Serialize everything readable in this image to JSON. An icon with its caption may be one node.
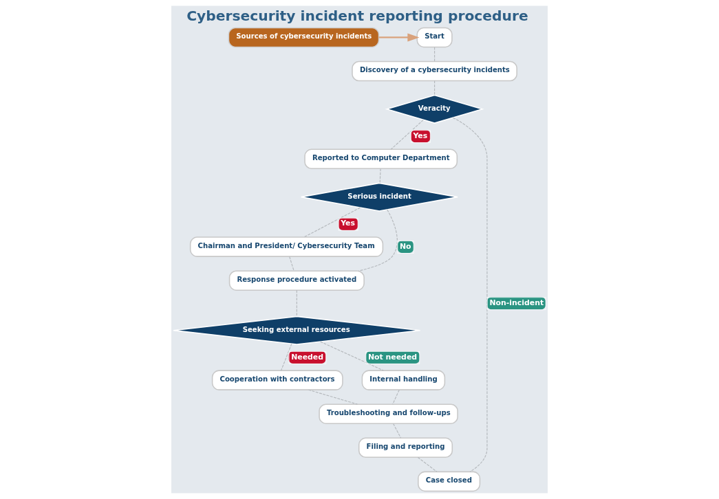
{
  "diagram": {
    "title": "Cybersecurity incident reporting procedure",
    "nodes": [
      {
        "text": [
          "Sources of cybersecurity incidents"
        ]
      },
      {
        "text": [
          "Start"
        ]
      },
      {
        "text": [
          "Discovery of a cybersecurity incidents"
        ]
      },
      {
        "text": [
          "Veracity"
        ]
      },
      {
        "text": [
          "Reported to Computer Department"
        ]
      },
      {
        "text": [
          "Serious incident"
        ]
      },
      {
        "text": [
          "Chairman and President/ Cybersecurity Team"
        ]
      },
      {
        "text": [
          "Response procedure activated"
        ]
      },
      {
        "text": [
          "Seeking external resources"
        ]
      },
      {
        "text": [
          "Cooperation with contractors"
        ]
      },
      {
        "text": [
          "Internal handling"
        ]
      },
      {
        "text": [
          "Troubleshooting and follow-ups"
        ]
      },
      {
        "text": [
          "Filing and reporting"
        ]
      },
      {
        "text": [
          "Case closed"
        ]
      }
    ],
    "edges": [
      {
        "from": 0,
        "to": 1,
        "arrow": "to",
        "color": "#d9a27c"
      },
      {
        "from": 1,
        "to": 2,
        "arrow": "none",
        "style": "dashed"
      },
      {
        "from": 2,
        "to": 3,
        "arrow": "none",
        "style": "dashed"
      },
      {
        "from": 3,
        "to": 4,
        "arrow": "none",
        "style": "dashed",
        "label": "Yes"
      },
      {
        "from": 3,
        "to": 13,
        "arrow": "none",
        "style": "dashed",
        "label": "Non-incident"
      },
      {
        "from": 4,
        "to": 5,
        "arrow": "none",
        "style": "dashed"
      },
      {
        "from": 5,
        "to": 6,
        "arrow": "none",
        "style": "dashed",
        "label": "Yes"
      },
      {
        "from": 5,
        "to": 7,
        "arrow": "none",
        "style": "dashed",
        "label": "No"
      },
      {
        "from": 6,
        "to": 7,
        "arrow": "none",
        "style": "dashed"
      },
      {
        "from": 7,
        "to": 8,
        "arrow": "none",
        "style": "dashed"
      },
      {
        "from": 8,
        "to": 9,
        "arrow": "none",
        "style": "dashed",
        "label": "Needed"
      },
      {
        "from": 8,
        "to": 10,
        "arrow": "none",
        "style": "dashed",
        "label": "Not needed"
      },
      {
        "from": 9,
        "to": 11,
        "arrow": "none",
        "style": "dashed"
      },
      {
        "from": 10,
        "to": 11,
        "arrow": "none",
        "style": "dashed"
      },
      {
        "from": 11,
        "to": 12,
        "arrow": "none",
        "style": "dashed"
      },
      {
        "from": 12,
        "to": 13,
        "arrow": "none",
        "style": "dashed"
      }
    ]
  }
}
